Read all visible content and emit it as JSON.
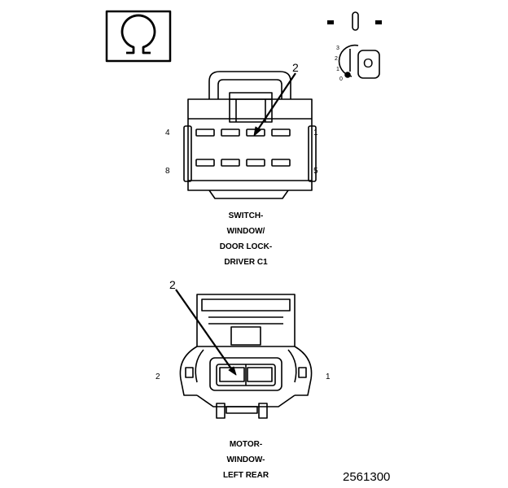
{
  "connector_top": {
    "label_lines": [
      "SWITCH-",
      "WINDOW/",
      "DOOR LOCK-",
      "DRIVER C1"
    ],
    "pins": {
      "top_left": "4",
      "top_right": "1",
      "bottom_left": "8",
      "bottom_right": "5"
    },
    "callout": "2"
  },
  "connector_bottom": {
    "label_lines": [
      "MOTOR-",
      "WINDOW-",
      "LEFT REAR"
    ],
    "pins": {
      "left": "2",
      "right": "1"
    },
    "callout": "2"
  },
  "key_switch": {
    "positions": [
      "3",
      "2",
      "1",
      "0"
    ],
    "slot_letter": "O"
  },
  "icons": [
    "ohm-symbol-icon",
    "key-switch-icon"
  ],
  "figure_number": "2561300"
}
